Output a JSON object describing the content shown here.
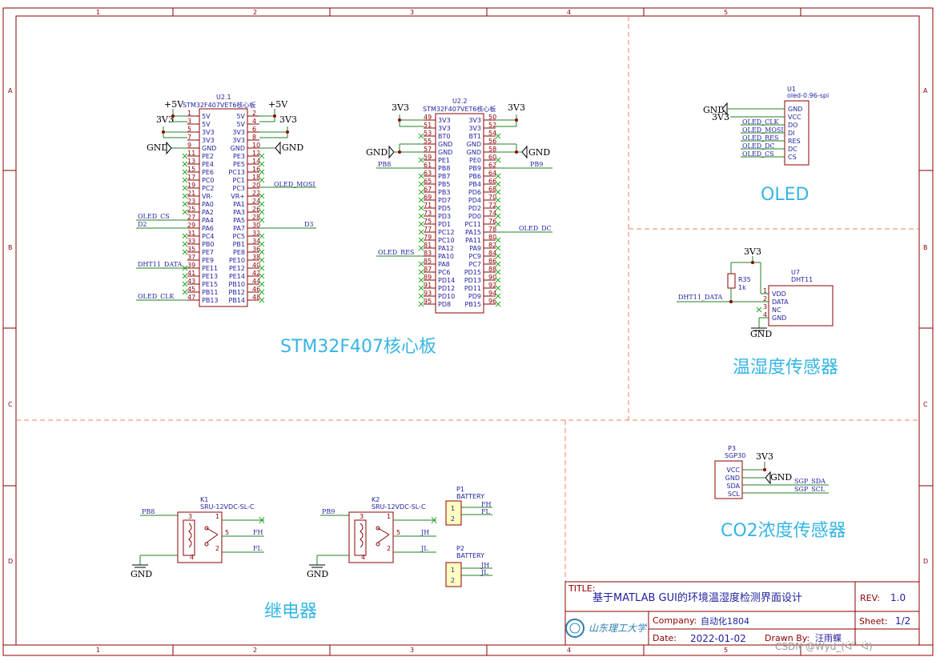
{
  "frame": {
    "cols": [
      "1",
      "2",
      "3",
      "4",
      "5"
    ],
    "rows": [
      "A",
      "B",
      "C",
      "D"
    ]
  },
  "sections": {
    "stm32": "STM32F407核心板",
    "oled": "OLED",
    "dht": "温湿度传感器",
    "co2": "CO2浓度传感器",
    "relay": "继电器"
  },
  "u21": {
    "ref": "U2.1",
    "name": "STM32F407VET6核心板",
    "left_pins": [
      "1",
      "3",
      "5",
      "7",
      "9",
      "11",
      "13",
      "15",
      "17",
      "19",
      "21",
      "23",
      "25",
      "27",
      "29",
      "31",
      "33",
      "35",
      "37",
      "39",
      "41",
      "43",
      "45",
      "47"
    ],
    "left_labels": [
      "5V",
      "5V",
      "3V3",
      "3V3",
      "GND",
      "PE2",
      "PE4",
      "PE6",
      "PC0",
      "PC2",
      "VR-",
      "PA0",
      "PA2",
      "PA4",
      "PA6",
      "PC4",
      "PB0",
      "PE7",
      "PE9",
      "PE11",
      "PE13",
      "PE15",
      "PB11",
      "PB13"
    ],
    "right_pins": [
      "2",
      "4",
      "6",
      "8",
      "10",
      "12",
      "14",
      "16",
      "18",
      "20",
      "22",
      "24",
      "26",
      "28",
      "30",
      "32",
      "34",
      "36",
      "38",
      "40",
      "42",
      "44",
      "46",
      "48"
    ],
    "right_labels": [
      "5V",
      "5V",
      "3V3",
      "3V3",
      "GND",
      "PE3",
      "PE5",
      "PC13",
      "PC1",
      "PC3",
      "VR+",
      "PA1",
      "PA3",
      "PA5",
      "PA7",
      "PC5",
      "PB1",
      "PE8",
      "PE10",
      "PE12",
      "PE14",
      "PB10",
      "PB12",
      "PB14"
    ]
  },
  "u22": {
    "ref": "U2.2",
    "name": "STM32F407VET6核心板",
    "left_pins": [
      "49",
      "51",
      "53",
      "55",
      "57",
      "59",
      "61",
      "63",
      "65",
      "67",
      "69",
      "71",
      "73",
      "75",
      "77",
      "79",
      "81",
      "83",
      "85",
      "87",
      "89",
      "91",
      "93",
      "95"
    ],
    "left_labels": [
      "3V3",
      "3V3",
      "BT0",
      "GND",
      "GND",
      "PE1",
      "PB8",
      "PB7",
      "PB5",
      "PB3",
      "PD7",
      "PD5",
      "PD3",
      "PD1",
      "PC12",
      "PC10",
      "PA12",
      "PA10",
      "PA8",
      "PC6",
      "PD14",
      "PD12",
      "PD10",
      "PD8"
    ],
    "right_pins": [
      "50",
      "52",
      "54",
      "56",
      "58",
      "60",
      "62",
      "64",
      "66",
      "68",
      "70",
      "72",
      "74",
      "76",
      "78",
      "80",
      "82",
      "84",
      "86",
      "88",
      "90",
      "92",
      "94",
      "96"
    ],
    "right_labels": [
      "3V3",
      "3V3",
      "BT1",
      "GND",
      "GND",
      "PE0",
      "PB9",
      "PB6",
      "PB4",
      "PD6",
      "PD4",
      "PD2",
      "PD0",
      "PC11",
      "PA15",
      "PA11",
      "PA9",
      "PC9",
      "PC7",
      "PD15",
      "PD13",
      "PD11",
      "PD9",
      "PB15"
    ]
  },
  "u1": {
    "ref": "U1",
    "name": "oled-0.96-spi",
    "pins": [
      "GND",
      "VCC",
      "DO",
      "DI",
      "RES",
      "DC",
      "CS"
    ],
    "nets": [
      "",
      "",
      "OLED_CLK",
      "OLED_MOSI",
      "OLED_RES",
      "OLED_DC",
      "OLED_CS"
    ]
  },
  "u7": {
    "ref": "U7",
    "name": "DHT11",
    "pins": [
      "VDD",
      "DATA",
      "NC",
      "GND"
    ],
    "pin_nums": [
      "1",
      "2",
      "3",
      "4"
    ]
  },
  "r35": {
    "ref": "R35",
    "value": "1k"
  },
  "p3": {
    "ref": "P3",
    "name": "SGP30",
    "pins": [
      "VCC",
      "GND",
      "SDA",
      "SCL"
    ],
    "nets": [
      "",
      "",
      "SGP_SDA",
      "SGP_SCL"
    ]
  },
  "k1": {
    "ref": "K1",
    "name": "SRU-12VDC-SL-C",
    "in_net": "PB8",
    "out1": "FH",
    "out2": "FL",
    "pins": [
      "3",
      "1",
      "5",
      "2",
      "4"
    ]
  },
  "k2": {
    "ref": "K2",
    "name": "SRU-12VDC-SL-C",
    "in_net": "PB9",
    "out1": "JH",
    "out2": "JL",
    "pins": [
      "3",
      "1",
      "5",
      "2",
      "4"
    ]
  },
  "p1": {
    "ref": "P1",
    "name": "BATTERY",
    "nets": [
      "FH",
      "FL"
    ],
    "pins": [
      "1",
      "2"
    ]
  },
  "p2": {
    "ref": "P2",
    "name": "BATTERY",
    "nets": [
      "JH",
      "JL"
    ],
    "pins": [
      "1",
      "2"
    ]
  },
  "power": {
    "v5": "+5V",
    "v33": "3V3",
    "gnd": "GND"
  },
  "nets_u21": {
    "oled_mosi": "OLED_MOSI",
    "oled_cs": "OLED_CS",
    "d2": "D2",
    "d3": "D3",
    "dht11_data": "DHT11_DATA",
    "oled_clk": "OLED_CLK"
  },
  "nets_u22": {
    "pb8": "PB8",
    "pb9": "PB9",
    "oled_dc": "OLED_DC",
    "oled_res": "OLED_RES"
  },
  "dht_net": "DHT11_DATA",
  "title_block": {
    "title_label": "TITLE:",
    "title": "基于MATLAB GUI的环境温湿度检测界面设计",
    "rev_label": "REV:",
    "rev": "1.0",
    "company_label": "Company:",
    "company": "自动化1804",
    "sheet_label": "Sheet:",
    "sheet": "1/2",
    "date_label": "Date:",
    "date": "2022-01-02",
    "drawn_label": "Drawn By:",
    "drawn": "汪雨蝶"
  },
  "logo_text": "山东理工大学",
  "watermark": "CSDN @Wyd_(ᐛ ̍̍ ̍ ᐛ)"
}
